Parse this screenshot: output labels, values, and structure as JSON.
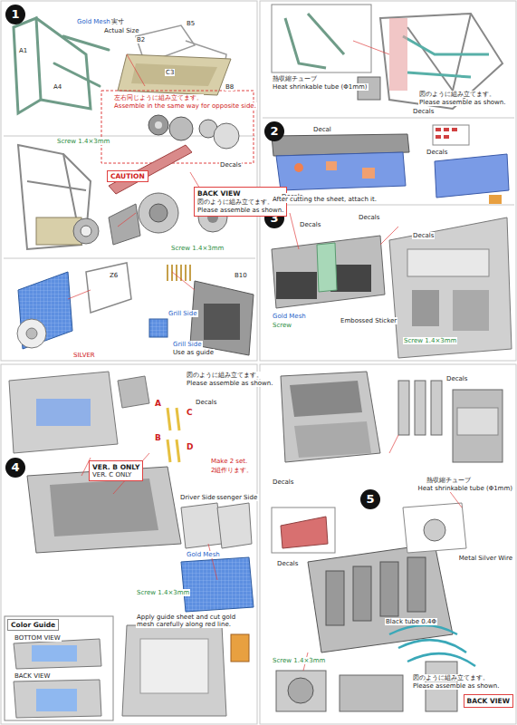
{
  "diagram": {
    "nodes": [
      {
        "text": [
          "1"
        ]
      },
      {
        "text": [
          "2"
        ]
      },
      {
        "text": [
          "3"
        ]
      },
      {
        "text": [
          "4"
        ]
      },
      {
        "text": [
          "5"
        ]
      },
      {
        "text": [
          "CAUTION"
        ]
      },
      {
        "text": [
          "BACK VIEW",
          "図のように組み立てます。",
          "Please assemble as shown."
        ]
      },
      {
        "text": [
          "VER. B ONLY",
          "VER. C ONLY"
        ]
      },
      {
        "text": [
          "Color Guide"
        ]
      },
      {
        "text": [
          "BACK VIEW"
        ]
      }
    ],
    "labels": [
      "Gold Mesh",
      "実寸",
      "Actual Size",
      "A1",
      "A4",
      "B2",
      "B5",
      "B8",
      "C3",
      "Screw 1.4×3mm",
      "左右同じように組み立てます。",
      "Assemble in the same way for opposite side.",
      "Decals",
      "Screw 1.4×3mm",
      "Z6",
      "B10",
      "Grill Side",
      "Grill Side",
      "Use as guide",
      "SILVER",
      "Heat shrinkable tube (Φ1mm)",
      "熱収縮チューブ",
      "図のように組み立てます。",
      "Please assemble as shown.",
      "Decals",
      "Decals",
      "Decal",
      "After cutting the sheet, attach it.",
      "Decals",
      "Decals",
      "Decals",
      "Gold Mesh",
      "Embossed Sticker",
      "Screw",
      "Screw 1.4×3mm",
      "Decals",
      "図のように組み立てます。",
      "Please assemble as shown.",
      "A",
      "B",
      "C",
      "D",
      "Decals",
      "Make 2 set.",
      "2組作ります。",
      "Passenger Side",
      "Driver Side",
      "Gold Mesh",
      "Apply guide sheet and cut gold mesh carefully along red line.",
      "BOTTOM VIEW",
      "BACK VIEW",
      "Screw 1.4×3mm",
      "Decals",
      "熱収縮チューブ",
      "Heat shrinkable tube (Φ1mm)",
      "Metal Silver Wire",
      "Black tube 0.4Φ",
      "図のように組み立てます。",
      "Please assemble as shown.",
      "Decals",
      "Screw 1.4×3mm",
      "Decals"
    ]
  }
}
